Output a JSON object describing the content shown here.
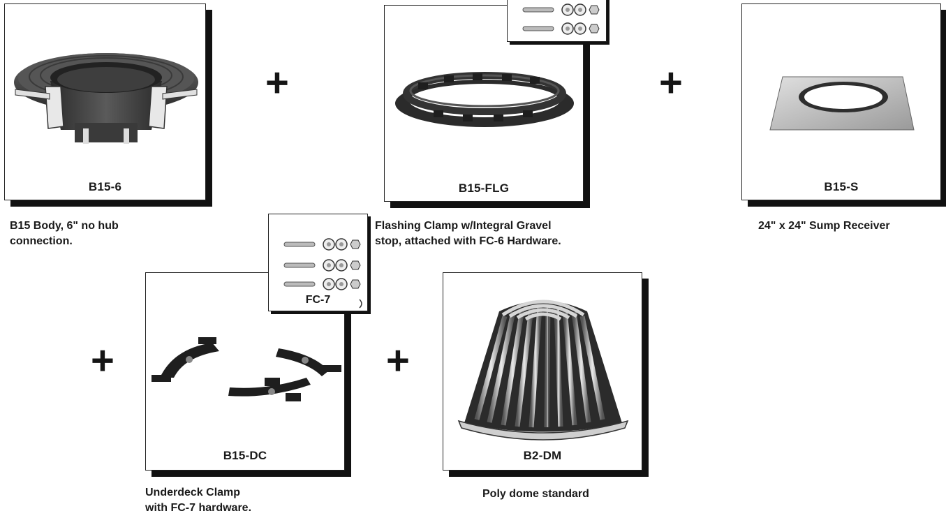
{
  "parts": [
    {
      "id": "b15-6",
      "label": "B15-6",
      "caption": [
        "B15 Body, 6\" no hub",
        "connection."
      ]
    },
    {
      "id": "b15-flg",
      "label": "B15-FLG",
      "caption": [
        "Flashing Clamp w/Integral Gravel",
        "stop, attached with FC-6 Hardware."
      ]
    },
    {
      "id": "b15-s",
      "label": "B15-S",
      "caption": [
        "24\" x 24\" Sump Receiver"
      ]
    },
    {
      "id": "b15-dc",
      "label": "B15-DC",
      "caption": [
        "Underdeck Clamp",
        "with FC-7 hardware."
      ]
    },
    {
      "id": "b2-dm",
      "label": "B2-DM",
      "caption": [
        "Poly dome standard"
      ]
    }
  ],
  "hardware": {
    "fc7_label": "FC-7"
  },
  "operator": "+",
  "colors": {
    "shadow": "#111111",
    "metal_dark": "#3a3a3a",
    "metal_light": "#d8d8d8"
  }
}
